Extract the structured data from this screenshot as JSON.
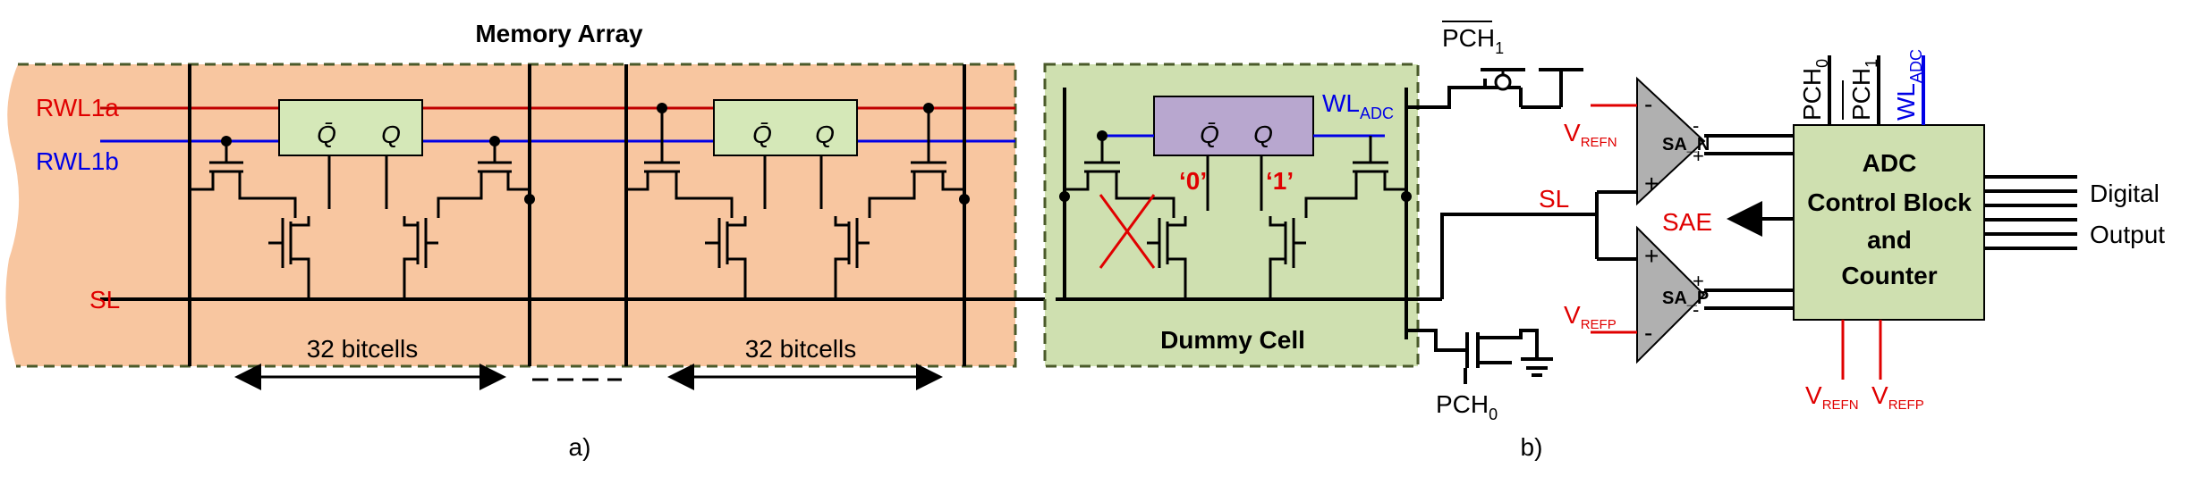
{
  "part_a": {
    "title": "Memory Array",
    "rwl1a": "RWL1a",
    "rwl1b": "RWL1b",
    "sl": "SL",
    "bitcells_left": "32 bitcells",
    "bitcells_right": "32 bitcells",
    "qbar": "Q̄",
    "q": "Q",
    "caption": "a)"
  },
  "dummy": {
    "title": "Dummy Cell",
    "wl_main": "WL",
    "wl_sub": "ADC",
    "qbar": "Q̄",
    "q": "Q",
    "zero": "‘0’",
    "one": "‘1’"
  },
  "part_b": {
    "pch1_top": "PCH",
    "pch1_top_sub": "1",
    "pch0_bottom": "PCH",
    "pch0_bottom_sub": "0",
    "vrefn_main": "V",
    "vrefn_sub": "REFN",
    "vrefp_main": "V",
    "vrefp_sub": "REFP",
    "sl": "SL",
    "sae": "SAE",
    "sa_n": "SA_N",
    "sa_p": "SA_P",
    "minus": "-",
    "plus": "+",
    "ctrl_pch0": "PCH",
    "ctrl_pch0_sub": "0",
    "ctrl_pch1": "PCH",
    "ctrl_pch1_sub": "1",
    "ctrl_wl": "WL",
    "ctrl_wl_sub": "ADC",
    "adc_line1": "ADC",
    "adc_line2": "Control Block",
    "adc_line3": "and",
    "adc_line4": "Counter",
    "digital": "Digital",
    "output": "Output",
    "vrefn_bottom": "V",
    "vrefn_bottom_sub": "REFN",
    "vrefp_bottom": "V",
    "vrefp_bottom_sub": "REFP",
    "caption": "b)"
  },
  "colors": {
    "array_fill": "#f8c6a0",
    "dummy_fill": "#cfe0b0",
    "storage_fill": "#d5e8b8",
    "dummy_storage_fill": "#b8a7cf",
    "border": "#4a5a2a",
    "red": "#e00000",
    "blue": "#0000e6",
    "sa_fill": "#b0b0b0",
    "adc_fill": "#cfe0b0"
  }
}
